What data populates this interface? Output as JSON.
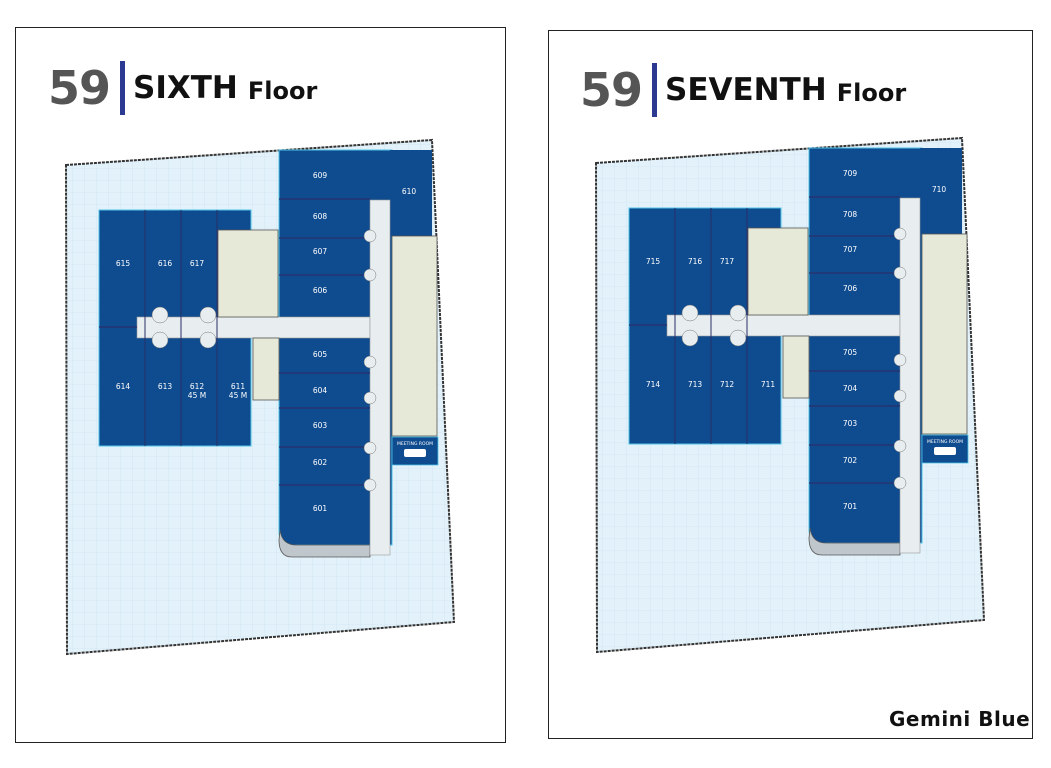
{
  "panels": [
    {
      "building": "59",
      "floor": "SIXTH",
      "floor_word": "Floor",
      "meeting_room": "MEETING ROOM",
      "rooms": {
        "r01": "601",
        "r02": "602",
        "r03": "603",
        "r04": "604",
        "r05": "605",
        "r06": "606",
        "r07": "607",
        "r08": "608",
        "r09": "609",
        "r10": "610",
        "r11": "611",
        "r12": "612",
        "r13": "613",
        "r14": "614",
        "r15": "615",
        "r16": "616",
        "r17": "617"
      },
      "room_sizes": {
        "r11": "45 M",
        "r12": "45 M"
      }
    },
    {
      "building": "59",
      "floor": "SEVENTH",
      "floor_word": "Floor",
      "meeting_room": "MEETING ROOM",
      "rooms": {
        "r01": "701",
        "r02": "702",
        "r03": "703",
        "r04": "704",
        "r05": "705",
        "r06": "706",
        "r07": "707",
        "r08": "708",
        "r09": "709",
        "r10": "710",
        "r11": "711",
        "r12": "712",
        "r13": "713",
        "r14": "714",
        "r15": "715",
        "r16": "716",
        "r17": "717"
      }
    }
  ],
  "brand": "Gemini Blue",
  "colors": {
    "office": "#0f4b8f",
    "common_area": "#e3f2fa",
    "corridor": "#e8eef0",
    "core": "#e6e8d8",
    "accent_bar": "#2b3990",
    "number_gray": "#555555"
  }
}
